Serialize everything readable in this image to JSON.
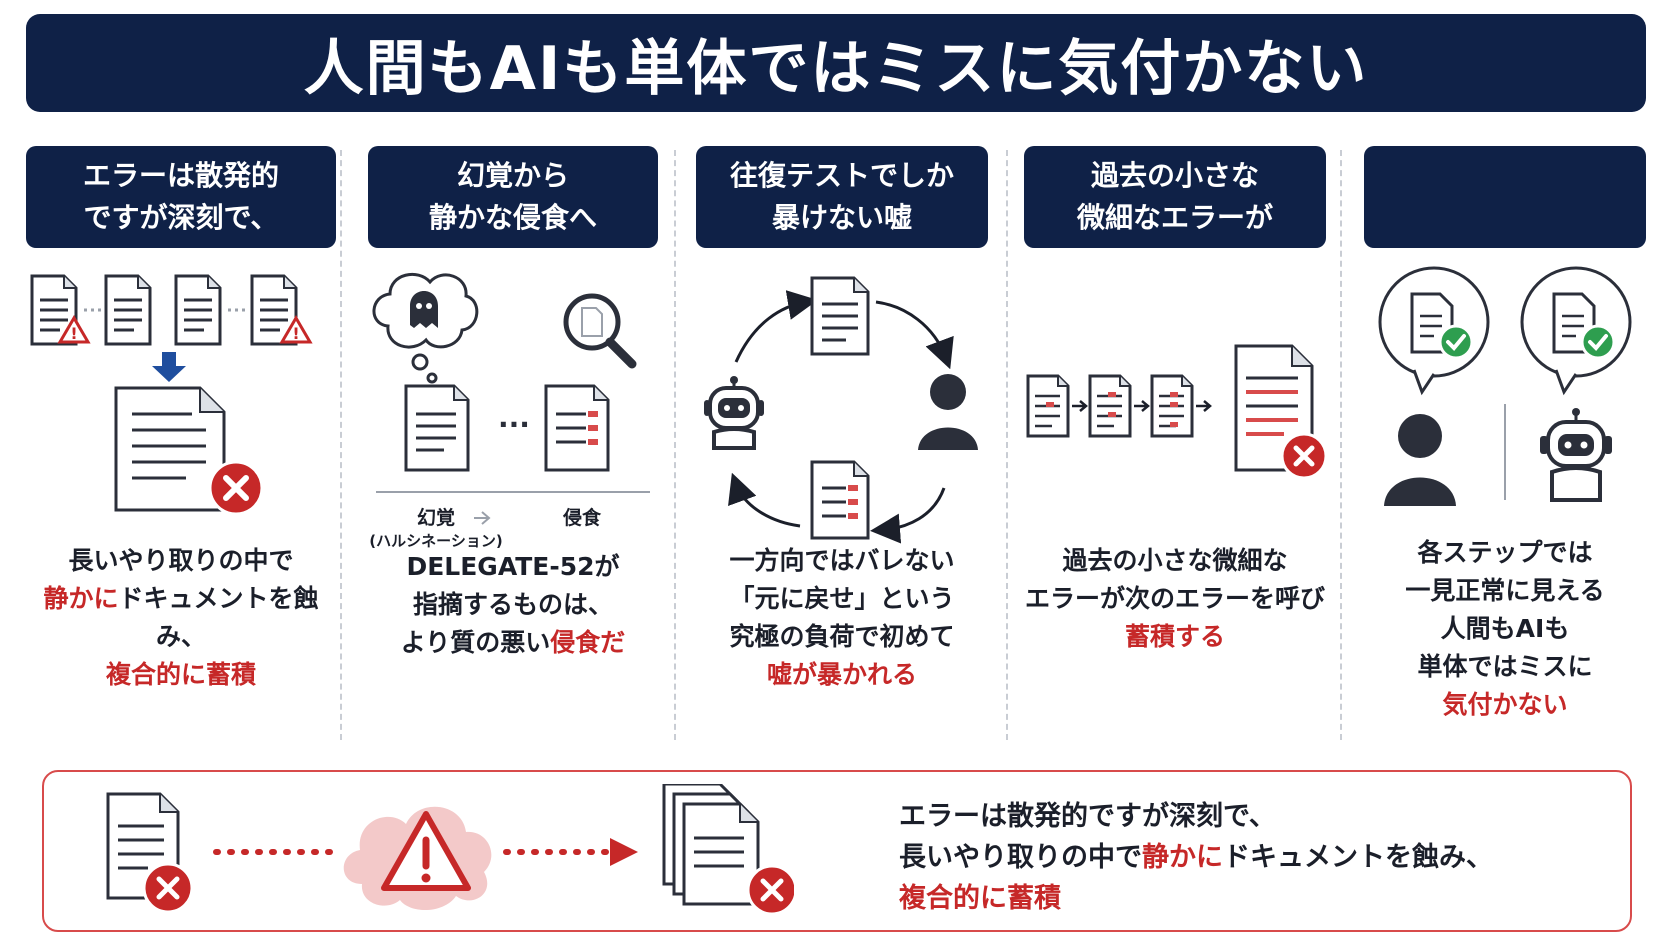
{
  "title": "人間もAIも単体ではミスに気付かない",
  "columns": [
    {
      "heading": [
        "エラーは散発的",
        "ですが深刻で、"
      ],
      "body": [
        [
          {
            "t": "長いやり取りの中で",
            "red": false
          }
        ],
        [
          {
            "t": "静かに",
            "red": true
          },
          {
            "t": "ドキュメントを蝕み、",
            "red": false
          }
        ],
        [
          {
            "t": "複合的に蓄積",
            "red": true
          }
        ]
      ]
    },
    {
      "heading": [
        "幻覚から",
        "静かな侵食へ"
      ],
      "captions": {
        "left": "幻覚",
        "left_sub": "(ハルシネーション)",
        "right": "侵食"
      },
      "body": [
        [
          {
            "t": "DELEGATE-52が",
            "red": false
          }
        ],
        [
          {
            "t": "指摘するものは、",
            "red": false
          }
        ],
        [
          {
            "t": "より質の悪い",
            "red": false
          },
          {
            "t": "侵食だ",
            "red": true
          }
        ]
      ]
    },
    {
      "heading": [
        "往復テストでしか",
        "暴けない嘘"
      ],
      "body": [
        [
          {
            "t": "一方向ではバレない",
            "red": false
          }
        ],
        [
          {
            "t": "「元に戻せ」という",
            "red": false
          }
        ],
        [
          {
            "t": "究極の負荷で初めて",
            "red": false
          }
        ],
        [
          {
            "t": "嘘が暴かれる",
            "red": true
          }
        ]
      ]
    },
    {
      "heading": [
        "過去の小さな",
        "微細なエラーが"
      ],
      "body": [
        [
          {
            "t": "過去の小さな微細な",
            "red": false
          }
        ],
        [
          {
            "t": "エラーが次のエラーを呼び",
            "red": false
          }
        ],
        [
          {
            "t": "蓄積する",
            "red": true
          }
        ]
      ]
    },
    {
      "heading": [],
      "body": [
        [
          {
            "t": "各ステップでは",
            "red": false
          }
        ],
        [
          {
            "t": "一見正常に見える",
            "red": false
          }
        ],
        [
          {
            "t": "人間もAIも",
            "red": false
          }
        ],
        [
          {
            "t": "単体ではミスに",
            "red": false
          }
        ],
        [
          {
            "t": "気付かない",
            "red": true
          }
        ]
      ]
    }
  ],
  "summary": [
    [
      {
        "t": "エラーは散発的ですが深刻で、",
        "red": false
      }
    ],
    [
      {
        "t": "長いやり取りの中で",
        "red": false
      },
      {
        "t": "静かに",
        "red": true
      },
      {
        "t": "ドキュメントを蝕み、",
        "red": false
      }
    ],
    [
      {
        "t": "複合的に蓄積",
        "red": true
      }
    ]
  ],
  "colors": {
    "navy": "#0f2147",
    "accent_red": "#c62828",
    "check_green": "#2e9e4f"
  }
}
